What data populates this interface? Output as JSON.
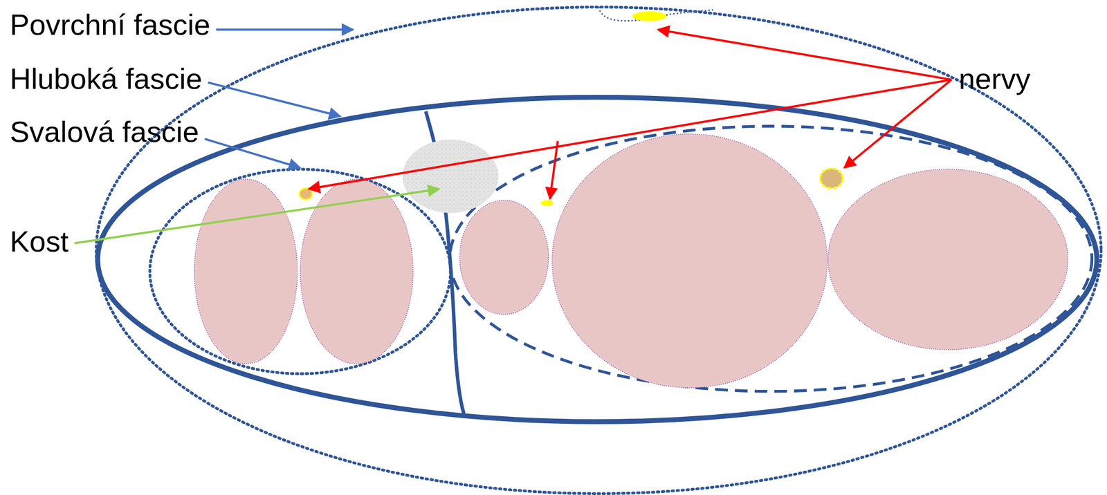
{
  "diagram": {
    "labels": [
      "Povrchní fascie",
      "Hluboká fascie",
      "Svalová fascie",
      "Kost",
      "nervy"
    ]
  }
}
